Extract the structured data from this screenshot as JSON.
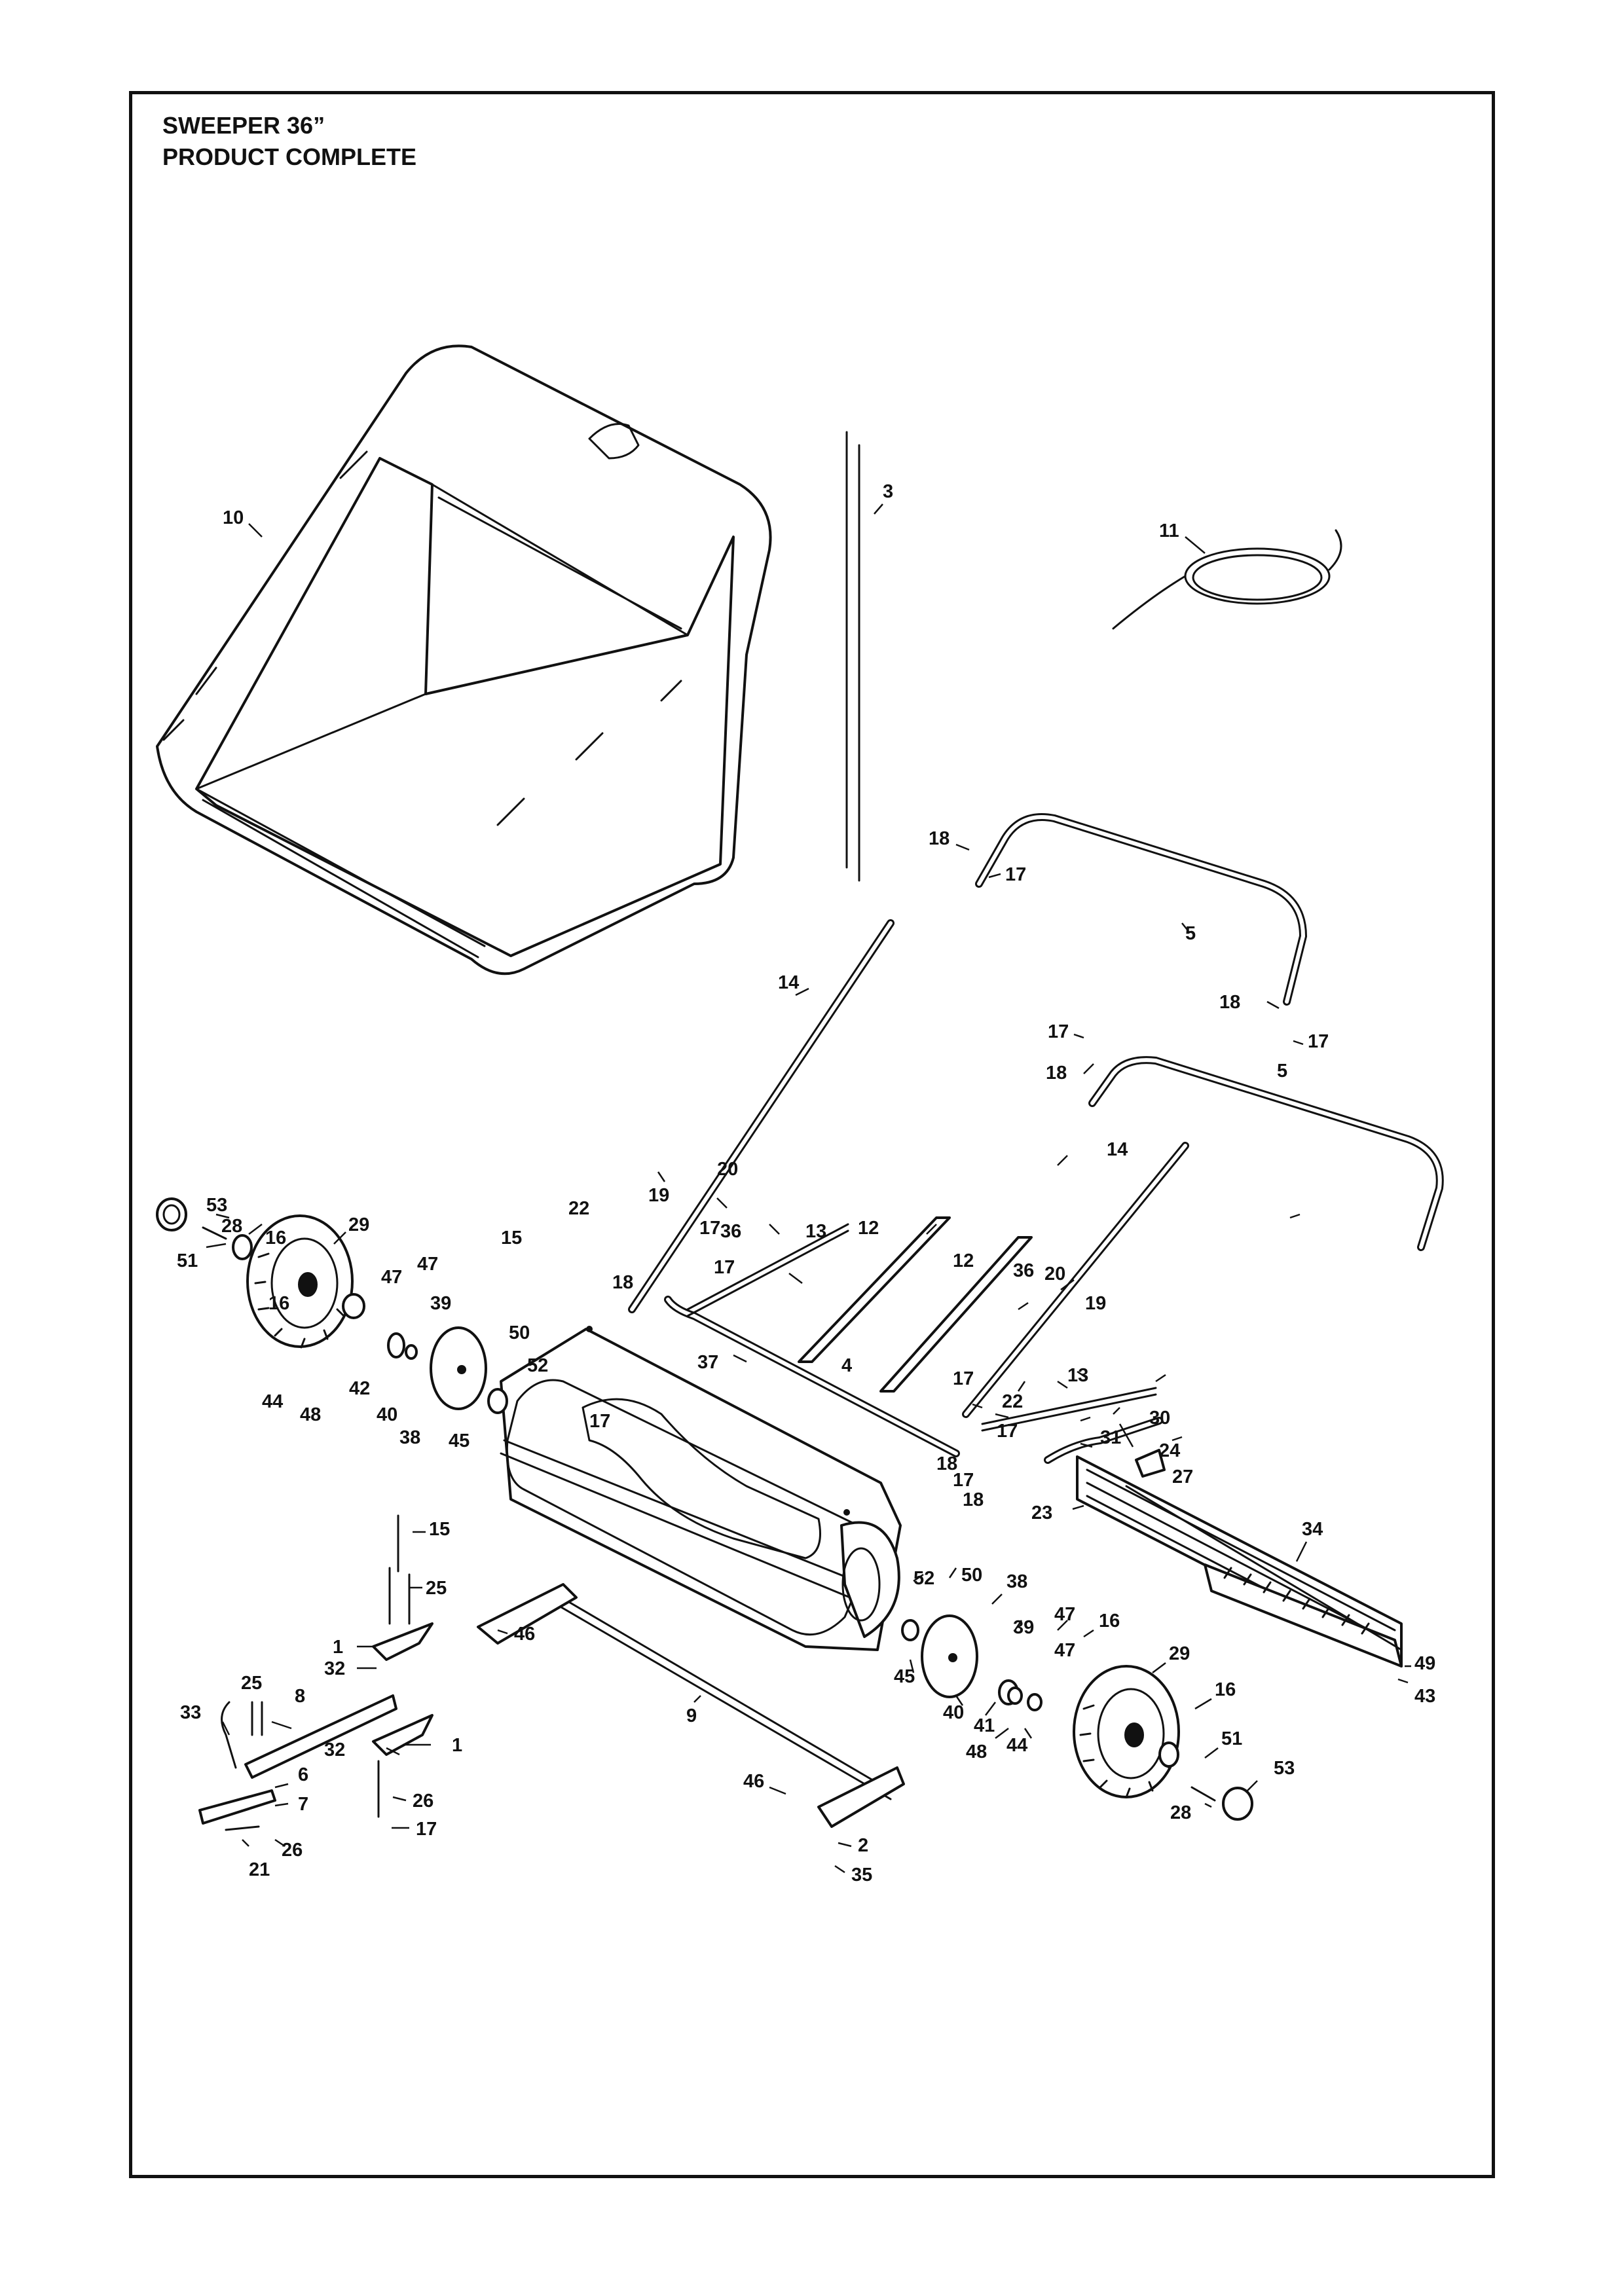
{
  "title": {
    "line1": "SWEEPER 36”",
    "line2": "PRODUCT COMPLETE"
  },
  "callouts": [
    "10",
    "3",
    "11",
    "18",
    "17",
    "5",
    "14",
    "18",
    "17",
    "17",
    "18",
    "5",
    "53",
    "28",
    "16",
    "29",
    "51",
    "19",
    "20",
    "22",
    "36",
    "17",
    "13",
    "17",
    "12",
    "12",
    "14",
    "15",
    "18",
    "16",
    "47",
    "47",
    "39",
    "44",
    "48",
    "42",
    "40",
    "38",
    "45",
    "50",
    "52",
    "17",
    "37",
    "4",
    "36",
    "20",
    "19",
    "17",
    "22",
    "17",
    "13",
    "30",
    "31",
    "24",
    "27",
    "23",
    "18",
    "17",
    "18",
    "34",
    "15",
    "25",
    "1",
    "32",
    "25",
    "8",
    "33",
    "6",
    "32",
    "1",
    "7",
    "26",
    "17",
    "21",
    "26",
    "46",
    "9",
    "46",
    "2",
    "35",
    "52",
    "50",
    "38",
    "47",
    "39",
    "47",
    "16",
    "29",
    "45",
    "40",
    "41",
    "48",
    "44",
    "16",
    "51",
    "53",
    "28",
    "49",
    "43"
  ]
}
